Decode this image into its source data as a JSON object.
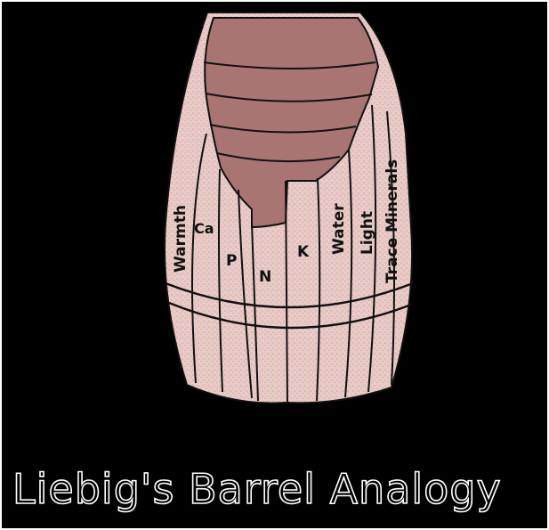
{
  "colors": {
    "background": "#000000",
    "border": "#ffffff",
    "wood": "#e8c9c6",
    "interior": "#a87572",
    "outline": "#111111",
    "caption_text": "#000000",
    "caption_outline": "#ffffff"
  },
  "barrel": {
    "staves": {
      "warmth": "Warmth",
      "ca": "Ca",
      "p": "P",
      "n": "N",
      "k": "K",
      "water": "Water",
      "light": "Light",
      "trace_minerals": "Trace Minerals"
    }
  },
  "caption": "Liebig's Barrel Analogy"
}
